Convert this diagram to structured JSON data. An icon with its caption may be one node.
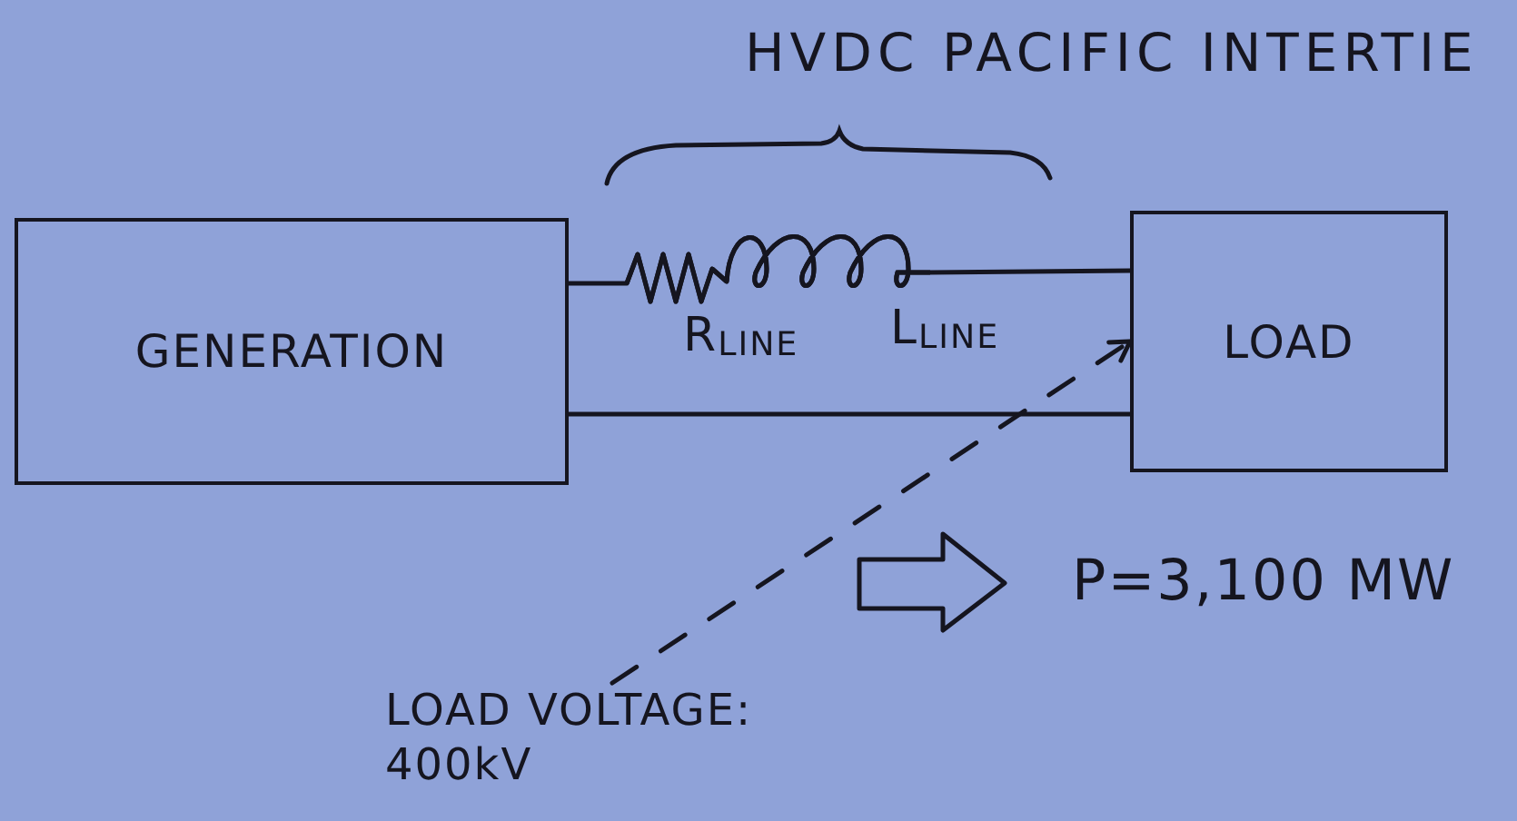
{
  "diagram": {
    "nodes": [
      {
        "text": [
          "GENERATION"
        ]
      },
      {
        "text": [
          "LOAD"
        ]
      },
      {
        "text": [
          "LOAD VOLTAGE: 400kV"
        ]
      }
    ],
    "edges": [
      {
        "from": 0,
        "to": 1,
        "arrow": "none"
      },
      {
        "from": 0,
        "to": 1,
        "arrow": "none"
      },
      {
        "from": 2,
        "to": 1,
        "arrow": "to",
        "style": "dashed"
      }
    ],
    "labels": [
      "HVDC PACIFIC INTERTIE",
      "R$_{LINE}$",
      "L$_{LINE}$",
      "P=3,100 MW"
    ]
  }
}
